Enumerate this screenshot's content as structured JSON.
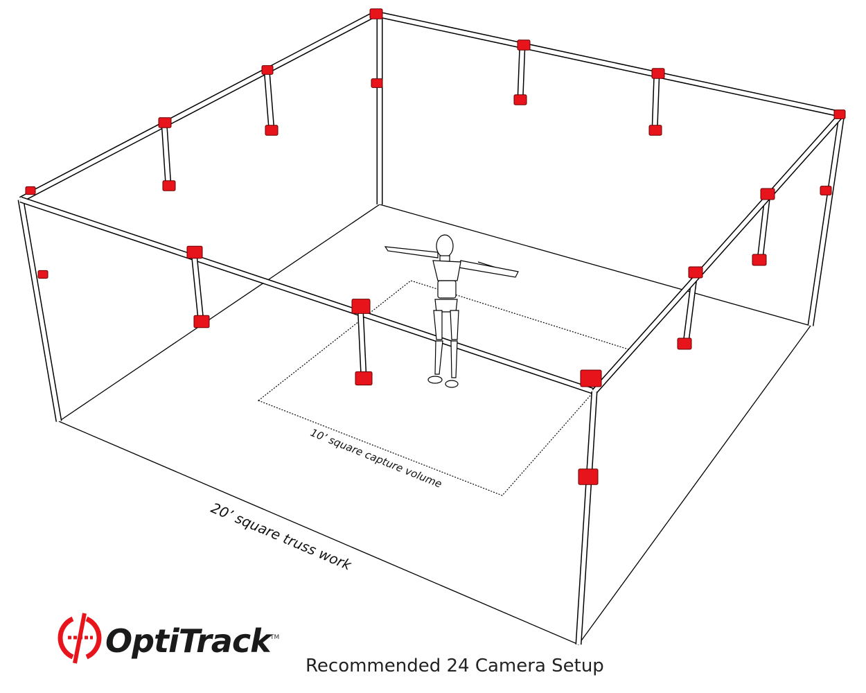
{
  "title": "Recommended 24 Camera Setup",
  "brand": {
    "name": "OptiTrack",
    "trademark": "TM"
  },
  "labels": {
    "truss": "20’ square truss work",
    "capture": "10’ square capture volume"
  },
  "colors": {
    "camera": "#e8141c",
    "logo": "#e8141c"
  },
  "camera_count": 24
}
